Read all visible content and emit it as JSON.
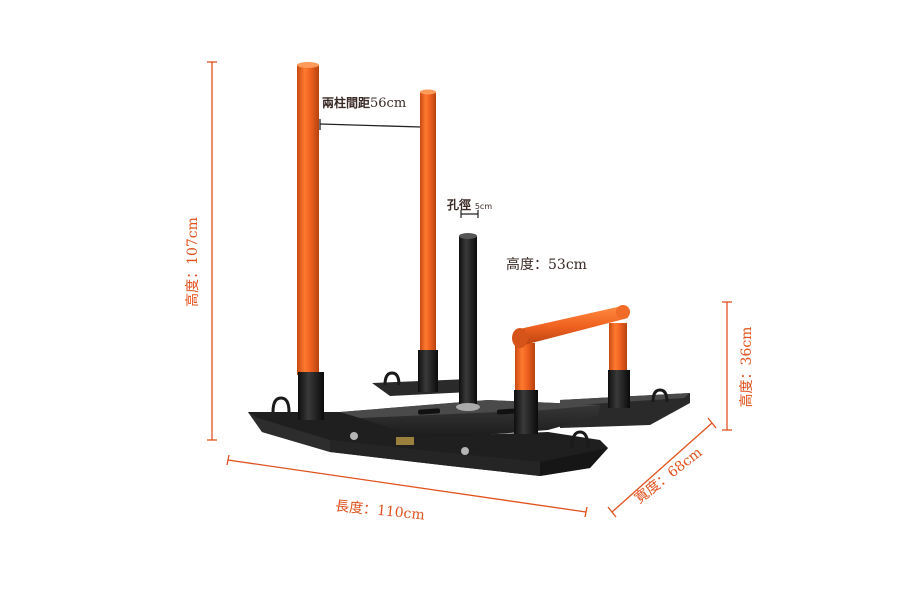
{
  "labels": {
    "height_total": "高度：107cm",
    "post_spacing_title": "兩柱間距",
    "post_spacing_value": "56cm",
    "hole_title": "孔徑",
    "hole_value": "5cm",
    "peg_height": "高度：53cm",
    "handle_height": "高度：36cm",
    "width": "寬度：68cm",
    "length": "長度：110cm"
  },
  "colors": {
    "accent_orange": "#f0601e",
    "dimension_line": "#e0521e",
    "frame_black": "#1f1f1f",
    "background": "#ffffff"
  }
}
